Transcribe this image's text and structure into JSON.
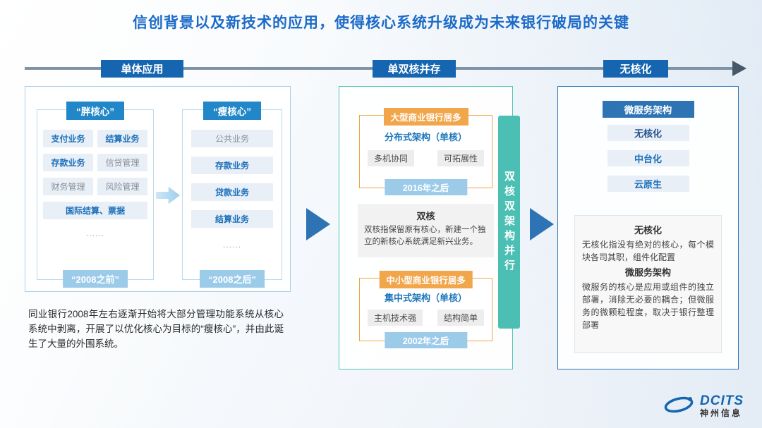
{
  "title": "信创背景以及新技术的应用，使得核心系统升级成为未来银行破局的关键",
  "timeline": {
    "stages": [
      "单体应用",
      "单双核并存",
      "无核化"
    ]
  },
  "panel1": {
    "fat_core": {
      "title": "“胖核心”",
      "items": [
        "支付业务",
        "结算业务",
        "存款业务",
        "信贷管理",
        "财务管理",
        "风险管理",
        "国际结算、票据",
        "......"
      ],
      "period": "“2008之前”"
    },
    "thin_core": {
      "title": "“瘦核心”",
      "items": [
        "公共业务",
        "存款业务",
        "贷款业务",
        "结算业务",
        "......"
      ],
      "period": "“2008之后”"
    },
    "description": "同业银行2008年左右逐渐开始将大部分管理功能系统从核心系统中剥离，开展了以优化核心为目标的“瘦核心”，并由此诞生了大量的外围系统。"
  },
  "panel2": {
    "large_banks": {
      "header": "大型商业银行居多",
      "architecture": "分布式架构（单核）",
      "features": [
        "多机协同",
        "可拓展性"
      ],
      "period": "2016年之后"
    },
    "dual_core": {
      "title": "双核",
      "text": "双核指保留原有核心，新建一个独立的新核心系统满足新兴业务。"
    },
    "small_banks": {
      "header": "中小型商业银行居多",
      "architecture": "集中式架构（单核）",
      "features": [
        "主机技术强",
        "结构简单"
      ],
      "period": "2002年之后"
    },
    "side_label": "双核双架构并行"
  },
  "panel3": {
    "header": "微服务架构",
    "items": [
      "无核化",
      "中台化",
      "云原生"
    ],
    "detail": {
      "s1_title": "无核化",
      "s1_text": "无核化指没有绝对的核心，每个模块各司其职，组件化配置",
      "s2_title": "微服务架构",
      "s2_text": "微服务的核心是应用或组件的独立部署，消除无必要的耦合；但微服务的微颗粒程度，取决于银行整理部署"
    }
  },
  "logo": {
    "brand": "DCITS",
    "company": "神州信息"
  },
  "colors": {
    "title_blue": "#1C6BC8",
    "stage_blue": "#1565B0",
    "core_header_blue": "#2187C8",
    "light_blue": "#9CCBEA",
    "teal": "#4BBFB3",
    "orange": "#F2A64B",
    "item_blue": "#1B6FBB"
  }
}
